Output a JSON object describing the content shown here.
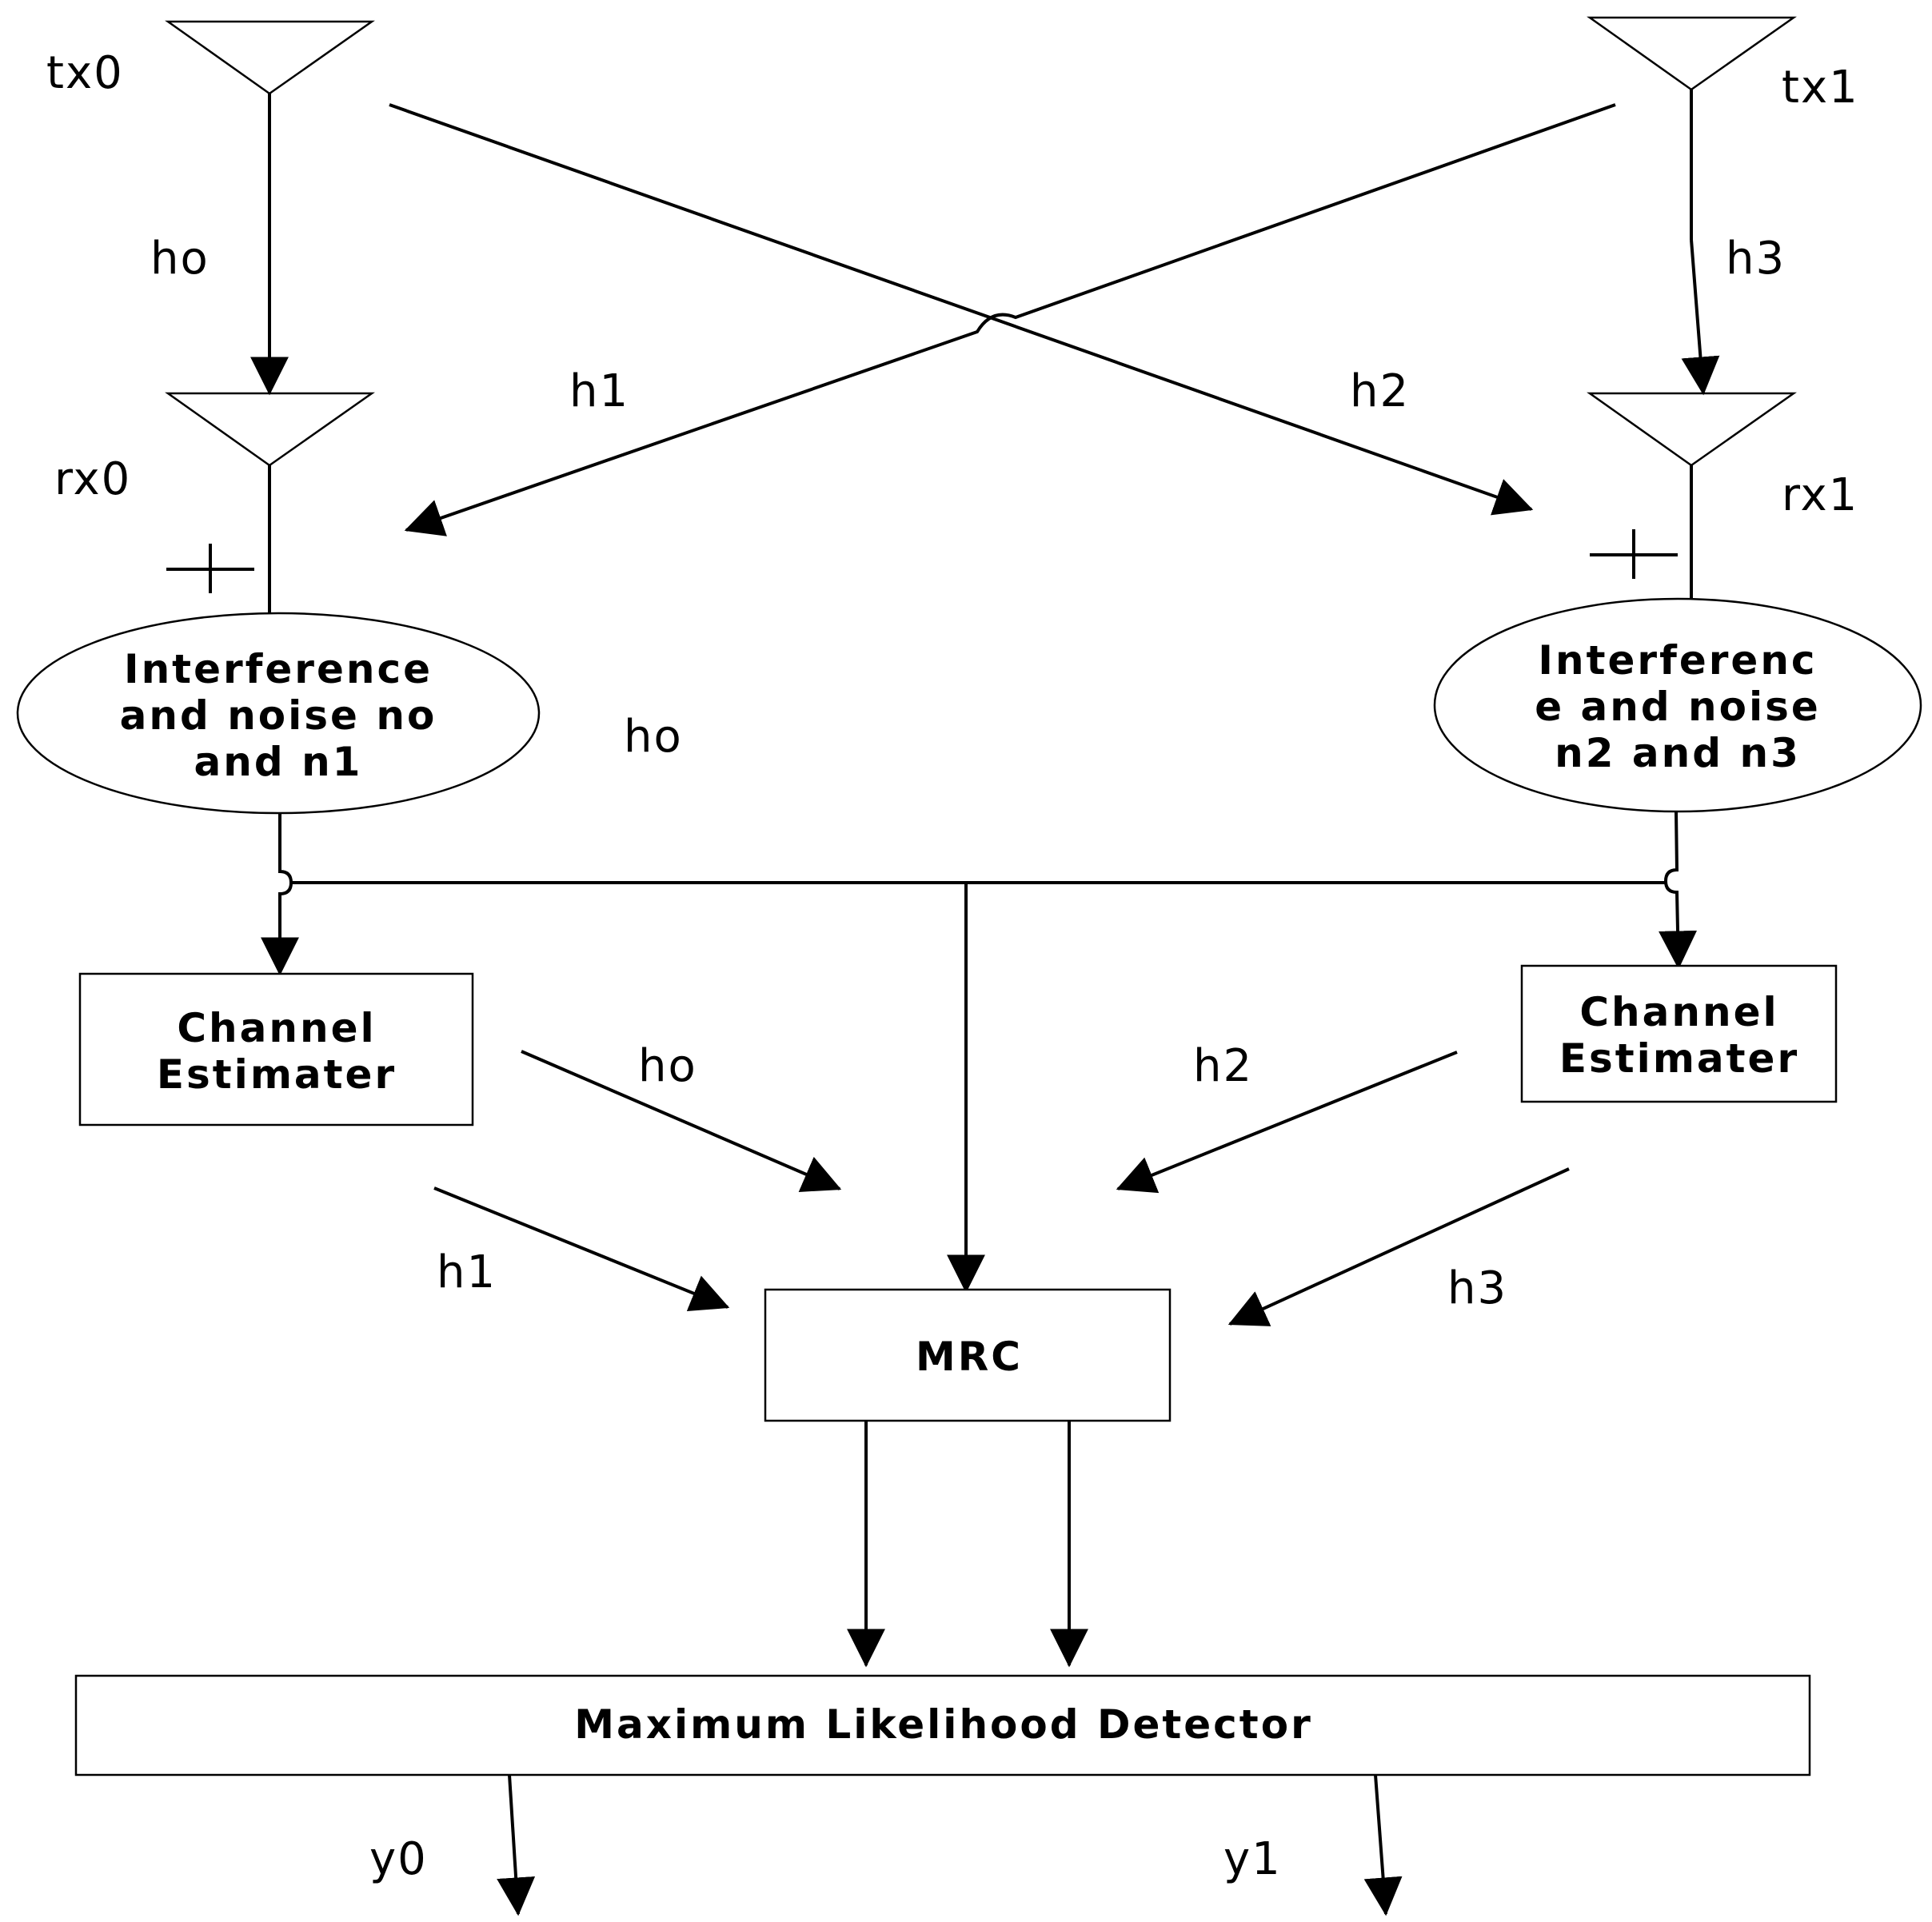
{
  "antennas": {
    "tx0": "tx0",
    "tx1": "tx1",
    "rx0": "rx0",
    "rx1": "rx1"
  },
  "channels": {
    "h0_top": "ho",
    "h3_top": "h3",
    "h1_cross": "h1",
    "h2_cross": "h2",
    "h0_mid": "ho"
  },
  "noise_left": {
    "line1": "Interference",
    "line2": "and noise no",
    "line3": "and n1"
  },
  "noise_right": {
    "line1": "Interferenc",
    "line2": "e and noise",
    "line3": "n2 and n3"
  },
  "estimator_left": {
    "line1": "Channel",
    "line2": "Estimater"
  },
  "estimator_right": {
    "line1": "Channel",
    "line2": "Estimater"
  },
  "estimates": {
    "h0": "ho",
    "h1": "h1",
    "h2": "h2",
    "h3": "h3"
  },
  "mrc": {
    "label": "MRC"
  },
  "detector": {
    "label": "Maximum Likelihood Detector"
  },
  "outputs": {
    "y0": "y0",
    "y1": "y1"
  },
  "adders": {
    "left": "+",
    "right": "+"
  }
}
